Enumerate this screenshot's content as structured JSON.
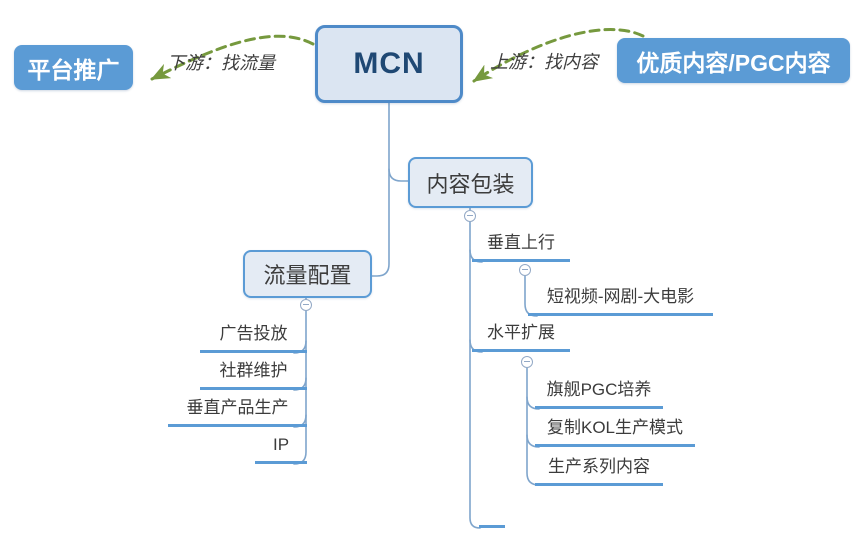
{
  "diagram": {
    "type": "mindmap",
    "colors": {
      "solid_node_blue": "#5b9bd5",
      "root_border_blue": "#4e8ac8",
      "root_fill": "#dbe5f2",
      "root_text": "#1f4874",
      "sub_fill": "#e4ebf4",
      "connector_blue": "#7fa5cc",
      "underline_blue": "#5b9bd5",
      "relationship_green": "#76993e",
      "label_text": "#3f3f3f"
    }
  },
  "root": {
    "label": "MCN"
  },
  "downstream": {
    "node_label": "平台推广",
    "arrow_label": "下游：找流量"
  },
  "upstream": {
    "node_label": "优质内容/PGC内容",
    "arrow_label": "上游：找内容"
  },
  "packaging": {
    "label": "内容包装",
    "children": [
      {
        "label": "垂直上行",
        "children": [
          "短视频-网剧-大电影"
        ]
      },
      {
        "label": "水平扩展",
        "children": [
          "旗舰PGC培养",
          "复制KOL生产模式",
          "生产系列内容"
        ]
      }
    ]
  },
  "traffic": {
    "label": "流量配置",
    "children": [
      "广告投放",
      "社群维护",
      "垂直产品生产",
      "IP"
    ]
  }
}
